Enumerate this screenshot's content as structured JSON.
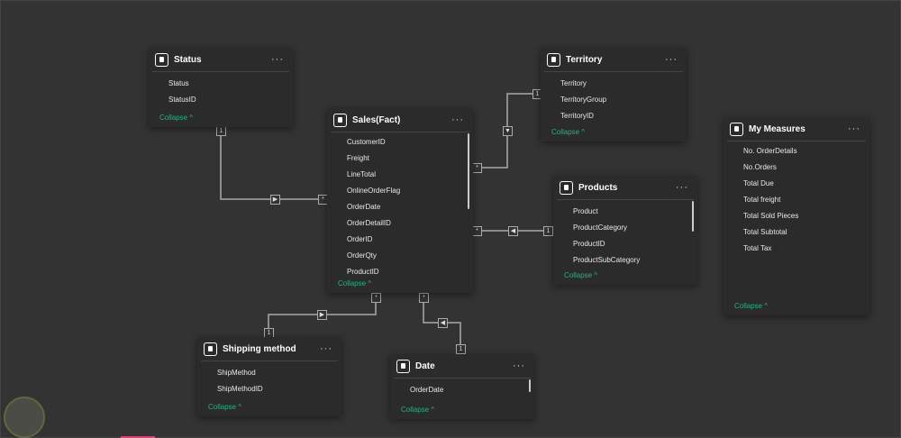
{
  "tables": {
    "status": {
      "title": "Status",
      "fields": [
        "Status",
        "StatusID"
      ],
      "collapse": "Collapse ^"
    },
    "sales": {
      "title": "Sales(Fact)",
      "fields": [
        "CustomerID",
        "Freight",
        "LineTotal",
        "OnlineOrderFlag",
        "OrderDate",
        "OrderDetailID",
        "OrderID",
        "OrderQty",
        "ProductID"
      ],
      "collapse": "Collapse ^"
    },
    "territory": {
      "title": "Territory",
      "fields": [
        "Territory",
        "TerritoryGroup",
        "TerritoryID"
      ],
      "collapse": "Collapse ^"
    },
    "products": {
      "title": "Products",
      "fields": [
        "Product",
        "ProductCategory",
        "ProductID",
        "ProductSubCategory"
      ],
      "collapse": "Collapse ^"
    },
    "measures": {
      "title": "My Measures",
      "fields": [
        "No. OrderDetails",
        "No.Orders",
        "Total Due",
        "Total freight",
        "Total Sold Pieces",
        "Total Subtotal",
        "Total Tax"
      ],
      "collapse": "Collapse ^"
    },
    "shipping": {
      "title": "Shipping method",
      "fields": [
        "ShipMethod",
        "ShipMethodID"
      ],
      "collapse": "Collapse ^"
    },
    "date": {
      "title": "Date",
      "fields": [
        "OrderDate"
      ],
      "collapse": "Collapse ^"
    }
  },
  "cardinality": {
    "one": "1",
    "many": "*"
  },
  "more_label": "···",
  "colors": {
    "background": "#333333",
    "card": "#2b2b2b",
    "accent": "#1fb58a"
  }
}
